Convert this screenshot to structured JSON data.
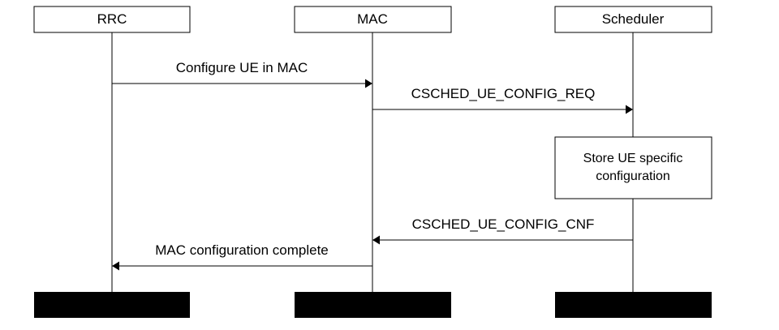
{
  "participants": [
    {
      "id": "rrc",
      "name": "RRC"
    },
    {
      "id": "mac",
      "name": "MAC"
    },
    {
      "id": "scheduler",
      "name": "Scheduler"
    }
  ],
  "messages": [
    {
      "label": "Configure UE in MAC",
      "from": "rrc",
      "to": "mac"
    },
    {
      "label": "CSCHED_UE_CONFIG_REQ",
      "from": "mac",
      "to": "scheduler"
    },
    {
      "label": "CSCHED_UE_CONFIG_CNF",
      "from": "scheduler",
      "to": "mac"
    },
    {
      "label": "MAC configuration complete",
      "from": "mac",
      "to": "rrc"
    }
  ],
  "note": {
    "on": "scheduler",
    "lines": [
      "Store UE specific",
      "configuration"
    ]
  },
  "colors": {
    "line": "#000000",
    "box_fill": "#ffffff",
    "footer_fill": "#000000"
  }
}
